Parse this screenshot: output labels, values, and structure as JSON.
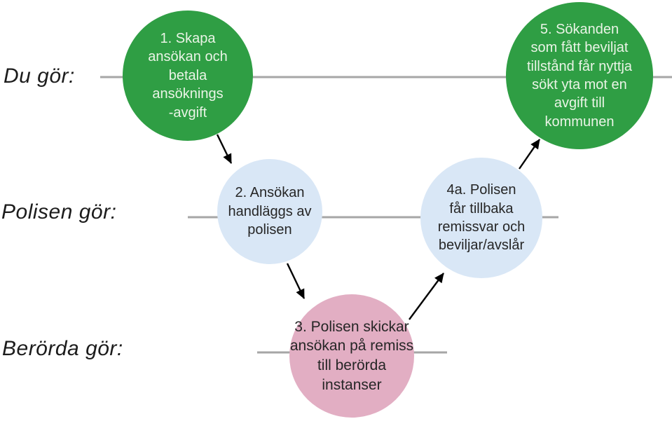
{
  "lanes": [
    {
      "label": "Du gör:"
    },
    {
      "label": "Polisen gör:"
    },
    {
      "label": "Berörda gör:"
    }
  ],
  "steps": [
    {
      "id": "1",
      "actor": "du",
      "text": "1. Skapa\nansökan och\nbetala\nansöknings\n-avgift"
    },
    {
      "id": "2",
      "actor": "polisen",
      "text": "2. Ansökan\nhandläggs av\npolisen"
    },
    {
      "id": "3",
      "actor": "berorda",
      "text": "3. Polisen skickar\nansökan på remiss\ntill berörda\ninstanser"
    },
    {
      "id": "4a",
      "actor": "polisen",
      "text": "4a. Polisen\nfår tillbaka\nremissvar och\nbeviljar/avslår"
    },
    {
      "id": "5",
      "actor": "du",
      "text": "5. Sökanden\nsom fått beviljat\ntillstånd får nyttja\nsökt yta mot en\navgift till\nkommunen"
    }
  ],
  "connections": [
    {
      "from": "1",
      "to": "2"
    },
    {
      "from": "2",
      "to": "3"
    },
    {
      "from": "3",
      "to": "4a"
    },
    {
      "from": "4a",
      "to": "5"
    }
  ],
  "colors": {
    "step_green": "#2f9e44",
    "step_light_blue": "#d9e7f6",
    "step_pink": "#e2aec3",
    "text_on_green": "#eaf4e6",
    "text_dark": "#262626",
    "lane_line": "#a6a6a6",
    "arrow": "#000000"
  }
}
